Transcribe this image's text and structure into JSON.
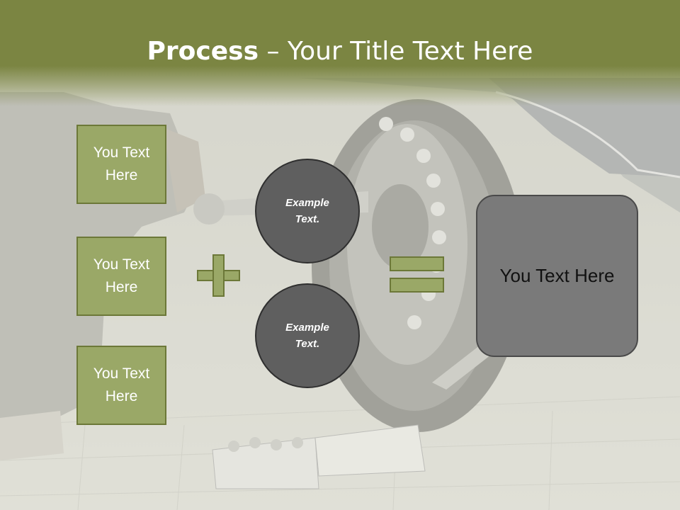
{
  "title": {
    "bold": "Process",
    "rest": " – Your Title Text Here"
  },
  "left_boxes": [
    {
      "text": "You Text\nHere"
    },
    {
      "text": "You Text\nHere"
    },
    {
      "text": "You Text\nHere"
    }
  ],
  "circles": [
    {
      "text": "Example\nText."
    },
    {
      "text": "Example\nText."
    }
  ],
  "result": {
    "text": "You Text Here"
  },
  "colors": {
    "header": "#7b8542",
    "box_fill": "#9aa867",
    "box_border": "#6c7838",
    "circle_fill": "#5f5f5f",
    "result_fill": "#7a7a7a"
  }
}
